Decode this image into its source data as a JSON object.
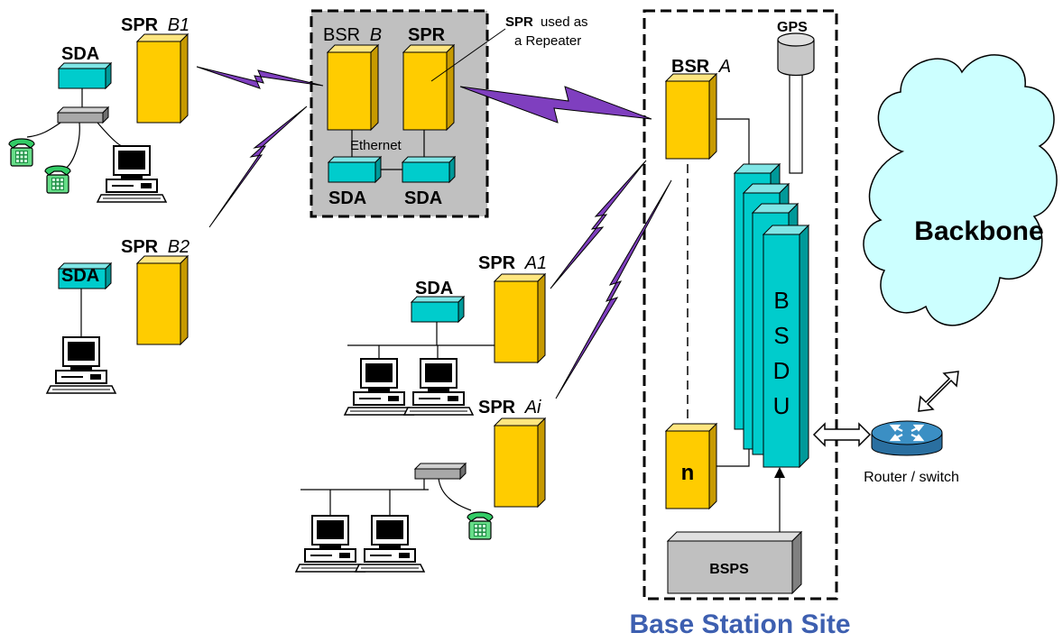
{
  "labels": {
    "spr": "SPR",
    "b1": "B1",
    "b2": "B2",
    "a1": "A1",
    "ai": "Ai",
    "bsr": "BSR",
    "b": "B",
    "a": "A",
    "sda": "SDA",
    "ethernet": "Ethernet",
    "repeater_spr": "SPR",
    "repeater_line1": "used as",
    "repeater_line2": "a Repeater",
    "gps": "GPS",
    "n": "n",
    "bsdu": [
      "B",
      "S",
      "D",
      "U"
    ],
    "bsps": "BSPS",
    "backbone": "Backbone",
    "router": "Router / switch",
    "site_title": "Base Station Site"
  },
  "colors": {
    "tower": "#FFCC00",
    "teal": "#00CCCC",
    "link": "#7F3FBF",
    "title": "#3D5FB0",
    "cloud": "#CCFFFF",
    "box_gray": "#C0C0C0",
    "router": "#3B8FC4"
  },
  "icons": [
    "phone-icon",
    "computer-icon",
    "router-icon",
    "gps-antenna-icon",
    "cloud-icon"
  ]
}
